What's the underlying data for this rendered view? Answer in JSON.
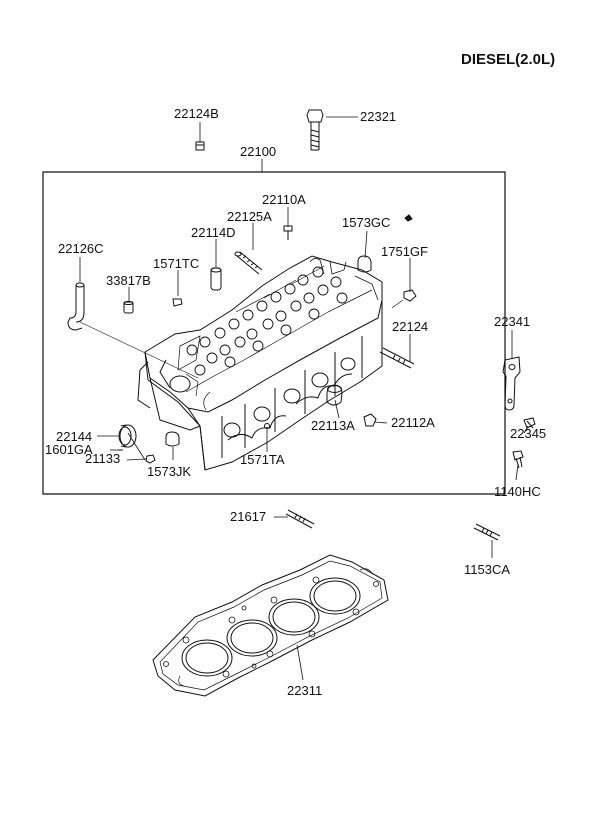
{
  "title": "DIESEL(2.0L)",
  "parts": {
    "p22124B": "22124B",
    "p22321": "22321",
    "p22100": "22100",
    "p22110A": "22110A",
    "p22125A": "22125A",
    "p1573GC": "1573GC",
    "p22114D": "22114D",
    "p22126C": "22126C",
    "p1751GF": "1751GF",
    "p1571TC": "1571TC",
    "p33817B": "33817B",
    "p22124": "22124",
    "p22341": "22341",
    "p22144": "22144",
    "p22112A": "22112A",
    "p21133": "21133",
    "p22113A": "22113A",
    "p22345": "22345",
    "p1601GA": "1601GA",
    "p1571TA": "1571TA",
    "p1573JK": "1573JK",
    "p1140HC": "1140HC",
    "p21617": "21617",
    "p1153CA": "1153CA",
    "p22311": "22311"
  }
}
